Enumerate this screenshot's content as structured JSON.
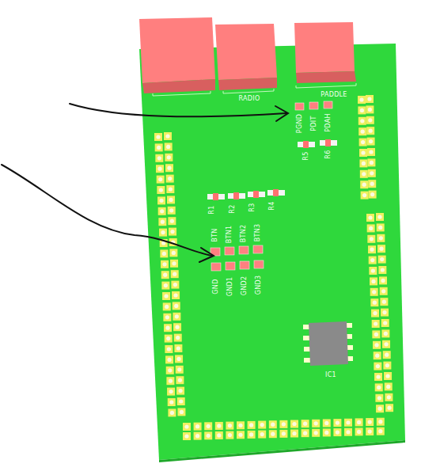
{
  "diagram": {
    "labels": [
      "RADIO",
      "PADDLE",
      "PGND",
      "PDIT",
      "PDAH",
      "R5",
      "R6",
      "R1",
      "R2",
      "R3",
      "R4",
      "BTN",
      "BTN1",
      "BTN2",
      "BTN3",
      "GND",
      "GND1",
      "GND2",
      "GND3",
      "IC1"
    ]
  }
}
